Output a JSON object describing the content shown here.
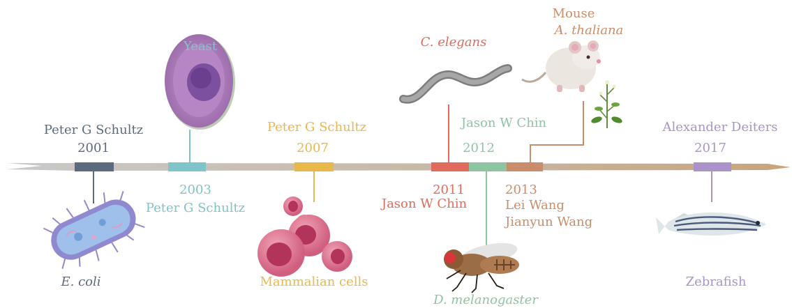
{
  "colors": {
    "schultz2001": "#5c6a80",
    "schultz2003": "#7ec4c8",
    "schultz2007": "#e8b84a",
    "chin2011": "#e06b5b",
    "chin2012": "#8fc4a0",
    "wang2013": "#c98d6a",
    "deiters2017": "#a993c9",
    "spear": "#c7bfb6"
  },
  "milestones": [
    {
      "year": "2001",
      "author": "Peter G Schultz",
      "organism": "E. coli"
    },
    {
      "year": "2003",
      "author": "Peter G Schultz",
      "organism": "Yeast"
    },
    {
      "year": "2007",
      "author": "Peter G Schultz",
      "organism": "Mammalian cells"
    },
    {
      "year": "2011",
      "author": "Jason W Chin",
      "organism": "C. elegans"
    },
    {
      "year": "2012",
      "author": "Jason W Chin",
      "organism": "D. melanogaster"
    },
    {
      "year": "2013",
      "authors": [
        "Lei Wang",
        "Jianyun Wang"
      ],
      "organisms": [
        "Mouse",
        "A. thaliana"
      ]
    },
    {
      "year": "2017",
      "author": "Alexander Deiters",
      "organism": "Zebrafish"
    }
  ]
}
